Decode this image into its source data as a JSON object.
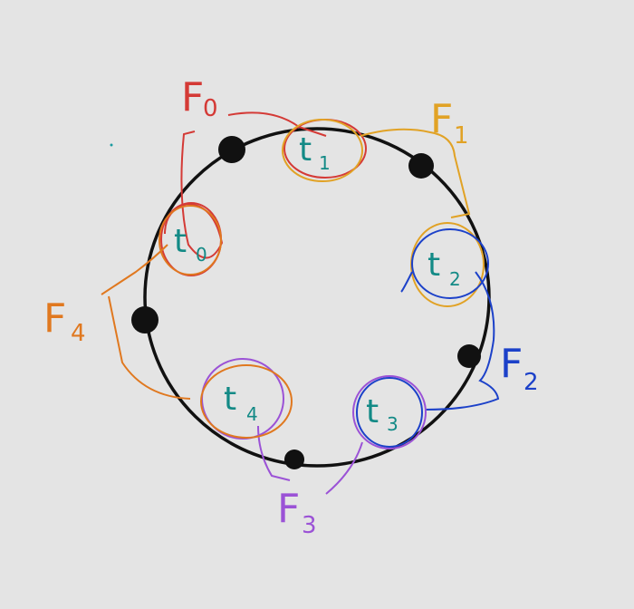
{
  "colors": {
    "background": "#e4e4e4",
    "ring": "#111111",
    "node_text": "#138a86",
    "F0": "#d43a36",
    "F1": "#e1a225",
    "F2": "#1c41c9",
    "F3": "#9b52d6",
    "F4": "#e0781f"
  },
  "nodes": [
    {
      "main": "t",
      "sub": "0"
    },
    {
      "main": "t",
      "sub": "1"
    },
    {
      "main": "t",
      "sub": "2"
    },
    {
      "main": "t",
      "sub": "3"
    },
    {
      "main": "t",
      "sub": "4"
    }
  ],
  "fingers": [
    {
      "main": "F",
      "sub": "0"
    },
    {
      "main": "F",
      "sub": "1"
    },
    {
      "main": "F",
      "sub": "2"
    },
    {
      "main": "F",
      "sub": "3"
    },
    {
      "main": "F",
      "sub": "4"
    }
  ]
}
